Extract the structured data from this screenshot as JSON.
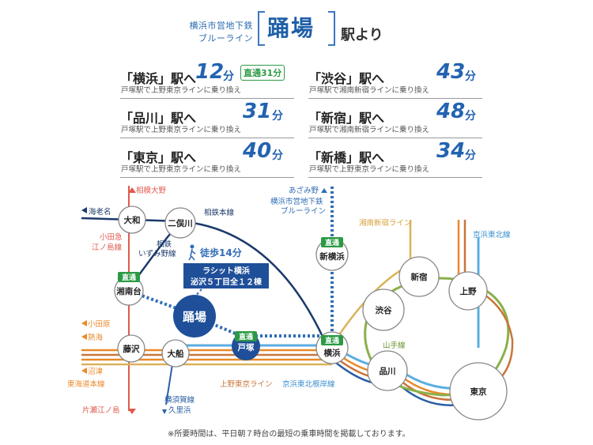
{
  "header": {
    "operator": "横浜市営地下鉄",
    "line": "ブルーライン",
    "station": "踊場",
    "suffix": "駅より"
  },
  "times": [
    {
      "dest": "「横浜」駅へ",
      "minutes": "12",
      "unit": "分",
      "direct": "直通31分",
      "note": "戸塚駅で上野東京ラインに乗り換え"
    },
    {
      "dest": "「渋谷」駅へ",
      "minutes": "43",
      "unit": "分",
      "direct": "",
      "note": "戸塚駅で湘南新宿ラインに乗り換え"
    },
    {
      "dest": "「品川」駅へ",
      "minutes": "31",
      "unit": "分",
      "direct": "",
      "note": "戸塚駅で上野東京ラインに乗り換え"
    },
    {
      "dest": "「新宿」駅へ",
      "minutes": "48",
      "unit": "分",
      "direct": "",
      "note": "戸塚駅で湘南新宿ラインに乗り換え"
    },
    {
      "dest": "「東京」駅へ",
      "minutes": "40",
      "unit": "分",
      "direct": "",
      "note": "戸塚駅で上野東京ラインに乗り換え"
    },
    {
      "dest": "「新橋」駅へ",
      "minutes": "34",
      "unit": "分",
      "direct": "",
      "note": "戸塚駅で上野東京ラインに乗り換え"
    }
  ],
  "map": {
    "stations": {
      "yamato": "大和",
      "futamatagawa": "二俣川",
      "shonandai": "湘南台",
      "odoriba": "踊場",
      "fujisawa": "藤沢",
      "ofuna": "大船",
      "totsuka": "戸塚",
      "yokohama": "横浜",
      "shinyokohama": "新横浜",
      "shibuya": "渋谷",
      "shinjuku": "新宿",
      "ueno": "上野",
      "shinagawa": "品川",
      "tokyo": "東京"
    },
    "badge": "直通",
    "labels": {
      "sagami_ono": "相模大野",
      "ebina": "海老名",
      "odakyu1": "小田急",
      "odakyu2": "江ノ島線",
      "sotetsu_main": "相鉄本線",
      "sotetsu_izumino1": "相鉄",
      "sotetsu_izumino2": "いずみ野線",
      "walk": "徒歩14分",
      "odawara": "小田原",
      "atami": "熱海",
      "numazu": "沼津",
      "tokaido": "東海道本線",
      "katase": "片瀬江ノ島",
      "yokosuka": "横須賀線",
      "kurihama": "久里浜",
      "ueno_tokyo_line": "上野東京ライン",
      "keihin_tohoku": "京浜東北根岸線",
      "azamino": "あざみ野",
      "blue1": "横浜市営地下鉄",
      "blue2": "ブルーライン",
      "shonan_shinjuku": "湘南新宿ライン",
      "keihin_tohoku_line": "京浜東北線",
      "yamanote": "山手線"
    },
    "property": {
      "line1": "ラシット横浜",
      "line2": "泌沢５丁目全１２棟"
    },
    "colors": {
      "blue_line": "#2f6db5",
      "sotetsu": "#1b3a6b",
      "odakyu": "#e05a4e",
      "tokaido": "#e98a2b",
      "shonan_shinjuku": "#d9b35a",
      "keihin": "#5aaee0",
      "yamanote": "#8bb04a",
      "yokosuka": "#2a5ea6",
      "ueno_tokyo": "#c9763a",
      "direct_green": "#2b9a44"
    }
  },
  "footnote": "※所要時間は、平日朝７時台の最短の乗車時間を掲載しております。"
}
